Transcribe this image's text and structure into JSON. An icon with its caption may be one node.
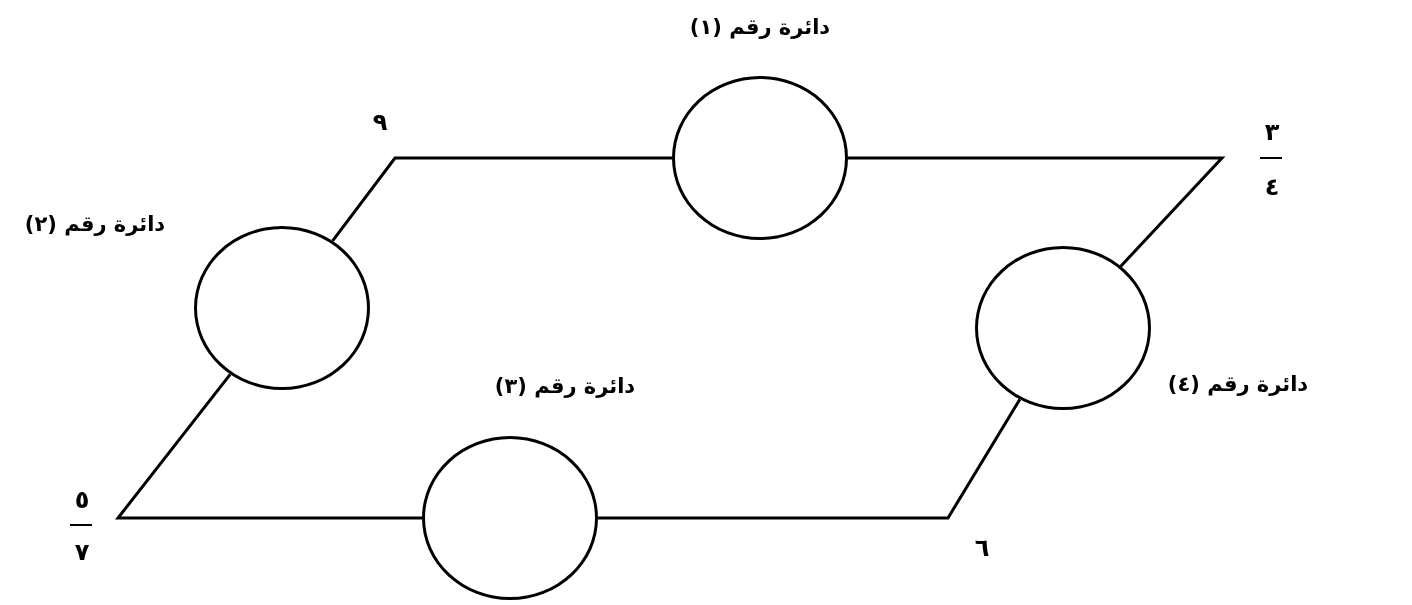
{
  "diagram": {
    "nodes": [
      {
        "text": [],
        "shape": "circle",
        "beside": [
          "دائرة رقم (١)"
        ]
      },
      {
        "text": [],
        "shape": "circle",
        "beside": [
          "دائرة رقم (٢)"
        ]
      },
      {
        "text": [],
        "shape": "circle",
        "beside": [
          "دائرة رقم (٣)"
        ]
      },
      {
        "text": [],
        "shape": "circle",
        "beside": [
          "دائرة رقم (٤)"
        ]
      }
    ],
    "edges": [
      {
        "from": 0,
        "to": 3,
        "arrow": "none"
      },
      {
        "from": 3,
        "to": 2,
        "arrow": "none"
      },
      {
        "from": 2,
        "to": 1,
        "arrow": "none"
      },
      {
        "from": 1,
        "to": 0,
        "arrow": "none"
      }
    ],
    "labels": [
      "٩",
      "٣",
      "٤",
      "٥",
      "٧",
      "٦"
    ]
  }
}
